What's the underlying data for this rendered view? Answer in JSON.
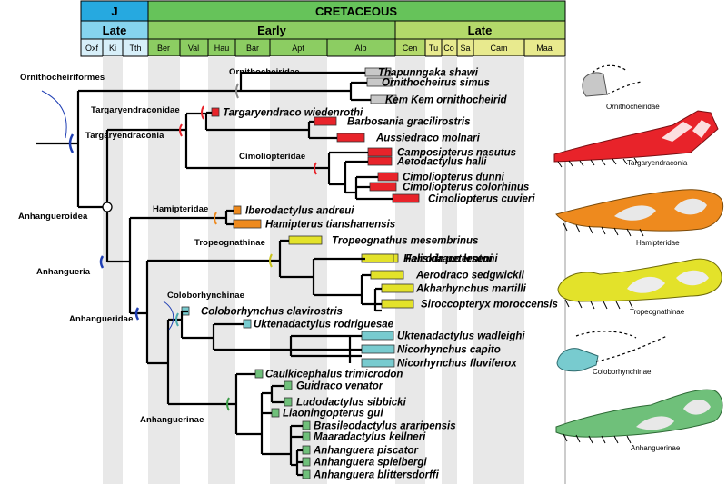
{
  "timescale": {
    "periods": [
      {
        "label": "J",
        "color": "#26a9e0"
      },
      {
        "label": "CRETACEOUS",
        "color": "#66c35a"
      }
    ],
    "epochs": [
      {
        "label": "Late",
        "color": "#86d4ee"
      },
      {
        "label": "Early",
        "color": "#8ccd62"
      },
      {
        "label": "Late",
        "color": "#b3d96a"
      }
    ],
    "stages": [
      "Oxf",
      "Ki",
      "Tth",
      "Ber",
      "Val",
      "Hau",
      "Bar",
      "Apt",
      "Alb",
      "Cen",
      "Tu",
      "Co",
      "Sa",
      "Cam",
      "Maa"
    ]
  },
  "clades": {
    "ornithocheiriformes": "Ornithocheiriformes",
    "ornithocheiridae": "Ornithocheiridae",
    "targaryendraconidae": "Targaryendraconidae",
    "targaryendraconia": "Targaryendraconia",
    "cimoliopteridae": "Cimoliopteridae",
    "anhangueroidea": "Anhangueroidea",
    "hamipteridae": "Hamipteridae",
    "tropeognathinae": "Tropeognathinae",
    "anhangueria": "Anhangueria",
    "coloborhynchinae": "Coloborhynchinae",
    "anhangueridae": "Anhangueridae",
    "anhanguerinae": "Anhanguerinae"
  },
  "taxa": [
    {
      "name": "Thapunngaka shawi",
      "group": "Ornithocheiridae",
      "color": "#c8c8c8"
    },
    {
      "name": "Ornithocheirus simus",
      "group": "Ornithocheiridae",
      "color": "#c8c8c8"
    },
    {
      "name": "Kem Kem ornithocheirid",
      "group": "Ornithocheiridae",
      "color": "#c8c8c8"
    },
    {
      "name": "Targaryendraco wiedenrothi",
      "group": "Targaryendraconidae",
      "color": "#e8232a"
    },
    {
      "name": "Barbosania gracilirostris",
      "group": "Targaryendraconidae",
      "color": "#e8232a"
    },
    {
      "name": "Aussiedraco molnari",
      "group": "Targaryendraconidae",
      "color": "#e8232a"
    },
    {
      "name": "Camposipterus nasutus",
      "group": "Cimoliopteridae",
      "color": "#e8232a"
    },
    {
      "name": "Aetodactylus halli",
      "group": "Cimoliopteridae",
      "color": "#e8232a"
    },
    {
      "name": "Cimoliopterus dunni",
      "group": "Cimoliopteridae",
      "color": "#e8232a"
    },
    {
      "name": "Cimoliopterus colorhinus",
      "group": "Cimoliopteridae",
      "color": "#e8232a"
    },
    {
      "name": "Cimoliopterus cuvieri",
      "group": "Cimoliopteridae",
      "color": "#e8232a"
    },
    {
      "name": "Iberodactylus andreui",
      "group": "Hamipteridae",
      "color": "#ee8a1e"
    },
    {
      "name": "Hamipterus tianshanensis",
      "group": "Hamipteridae",
      "color": "#ee8a1e"
    },
    {
      "name": "Tropeognathus mesembrinus",
      "group": "Tropeognathinae",
      "color": "#e3e22a"
    },
    {
      "name": "Haliskia peterseni",
      "group": "Tropeognathinae",
      "color": "#e3e22a"
    },
    {
      "name": "Ferrodraco lentoni",
      "group": "Tropeognathinae",
      "color": "#e3e22a"
    },
    {
      "name": "Aerodraco sedgwickii",
      "group": "Tropeognathinae",
      "color": "#e3e22a"
    },
    {
      "name": "Akharhynchus martilli",
      "group": "Tropeognathinae",
      "color": "#e3e22a"
    },
    {
      "name": "Siroccopteryx moroccensis",
      "group": "Tropeognathinae",
      "color": "#e3e22a"
    },
    {
      "name": "Coloborhynchus clavirostris",
      "group": "Coloborhynchinae",
      "color": "#78cbcf"
    },
    {
      "name": "Uktenadactylus rodriguesae",
      "group": "Coloborhynchinae",
      "color": "#78cbcf"
    },
    {
      "name": "Uktenadactylus wadleighi",
      "group": "Coloborhynchinae",
      "color": "#78cbcf"
    },
    {
      "name": "Nicorhynchus capito",
      "group": "Coloborhynchinae",
      "color": "#78cbcf"
    },
    {
      "name": "Nicorhynchus fluviferox",
      "group": "Coloborhynchinae",
      "color": "#78cbcf"
    },
    {
      "name": "Caulkicephalus trimicrodon",
      "group": "Anhanguerinae",
      "color": "#6fc07a"
    },
    {
      "name": "Guidraco venator",
      "group": "Anhanguerinae",
      "color": "#6fc07a"
    },
    {
      "name": "Ludodactylus sibbicki",
      "group": "Anhanguerinae",
      "color": "#6fc07a"
    },
    {
      "name": "Liaoningopterus gui",
      "group": "Anhanguerinae",
      "color": "#6fc07a"
    },
    {
      "name": "Brasileodactylus araripensis",
      "group": "Anhanguerinae",
      "color": "#6fc07a"
    },
    {
      "name": "Maaradactylus kellneri",
      "group": "Anhanguerinae",
      "color": "#6fc07a"
    },
    {
      "name": "Anhanguera piscator",
      "group": "Anhanguerinae",
      "color": "#6fc07a"
    },
    {
      "name": "Anhanguera spielbergi",
      "group": "Anhanguerinae",
      "color": "#6fc07a"
    },
    {
      "name": "Anhanguera blittersdorffi",
      "group": "Anhanguerinae",
      "color": "#6fc07a"
    }
  ],
  "skull_captions": {
    "ornithocheiridae": "Ornithocheiridae",
    "targaryendraconia": "Targaryendraconia",
    "hamipteridae": "Hamipteridae",
    "tropeognathinae": "Tropeognathinae",
    "coloborhynchinae": "Coloborhynchinae",
    "anhanguerinae": "Anhanguerinae"
  },
  "colors": {
    "ornithocheiridae": "#c8c8c8",
    "targaryendraconia": "#e8232a",
    "hamipteridae": "#ee8a1e",
    "tropeognathinae": "#e3e22a",
    "coloborhynchinae": "#78cbcf",
    "anhanguerinae": "#6fc07a",
    "node_marker": "#1f3fb4"
  }
}
